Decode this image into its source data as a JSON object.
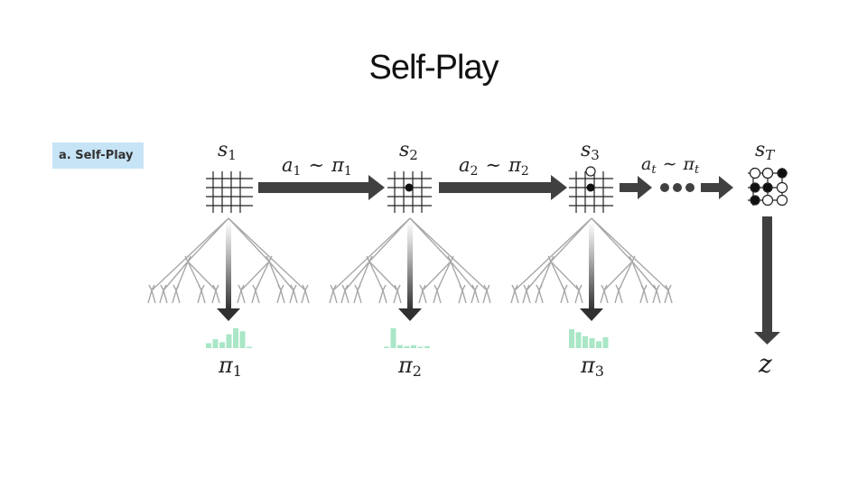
{
  "slide": {
    "title": "Self-Play"
  },
  "panel": {
    "label": "a. Self-Play"
  },
  "states": [
    {
      "name": "s",
      "sub": "1"
    },
    {
      "name": "s",
      "sub": "2"
    },
    {
      "name": "s",
      "sub": "3"
    },
    {
      "name": "s",
      "sub": "T"
    }
  ],
  "actions": [
    {
      "a": "a",
      "a_sub": "1",
      "rel": "∼",
      "pi": "π",
      "pi_sub": "1"
    },
    {
      "a": "a",
      "a_sub": "2",
      "rel": "∼",
      "pi": "π",
      "pi_sub": "2"
    },
    {
      "a": "a",
      "a_sub": "t",
      "rel": "∼",
      "pi": "π",
      "pi_sub": "t"
    }
  ],
  "policies": [
    {
      "pi": "π",
      "sub": "1",
      "bars": [
        0.25,
        0.45,
        0.3,
        0.7,
        1.0,
        0.85,
        0.05
      ]
    },
    {
      "pi": "π",
      "sub": "2",
      "bars": [
        0.05,
        1.0,
        0.15,
        0.1,
        0.15,
        0.05,
        0.1
      ]
    },
    {
      "pi": "π",
      "sub": "3",
      "bars": [
        0.95,
        0.8,
        0.6,
        0.5,
        0.35,
        0.55
      ]
    }
  ],
  "outcome": {
    "label": "z"
  },
  "colors": {
    "arrow": "#404040",
    "tree": "#a8a8a8",
    "histogram": "#a9e7c6",
    "panel_bg": "#c7e4f6"
  }
}
